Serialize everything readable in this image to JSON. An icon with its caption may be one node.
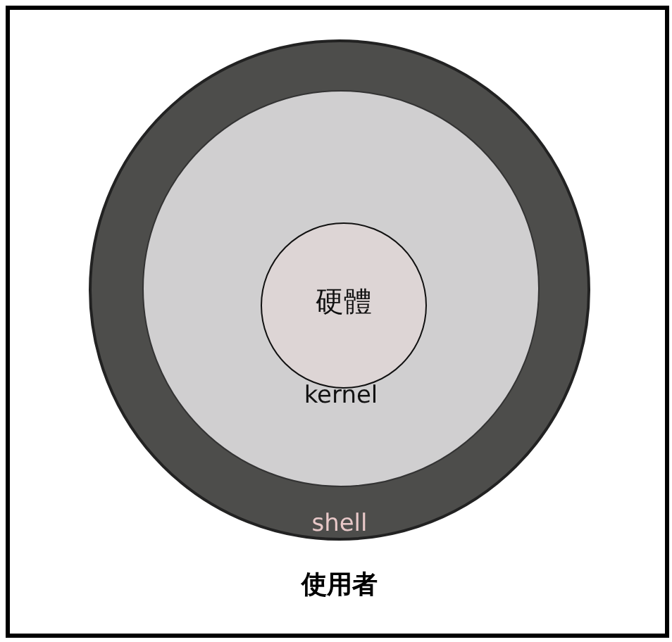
{
  "diagram": {
    "nodes": [
      {
        "text": [
          "shell"
        ]
      },
      {
        "text": [
          "kernel"
        ],
        "in": 0
      },
      {
        "text": [
          "硬體"
        ],
        "in": 1
      }
    ],
    "labels": [
      "使用者"
    ]
  }
}
